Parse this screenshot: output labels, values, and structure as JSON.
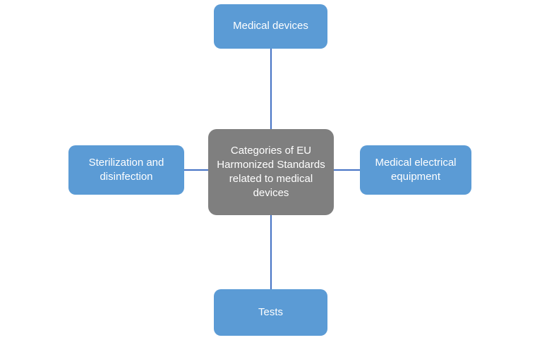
{
  "diagram": {
    "center": {
      "label": "Categories of EU Harmonized Standards related to medical devices"
    },
    "nodes": [
      {
        "id": "top",
        "label": "Medical devices"
      },
      {
        "id": "left",
        "label": "Sterilization and disinfection"
      },
      {
        "id": "right",
        "label": "Medical electrical equipment"
      },
      {
        "id": "bottom",
        "label": "Tests"
      }
    ],
    "colors": {
      "node_fill": "#5B9BD5",
      "center_fill": "#7F7F7F",
      "connector": "#4472C4",
      "text": "#FFFFFF",
      "background": "#FFFFFF"
    }
  }
}
